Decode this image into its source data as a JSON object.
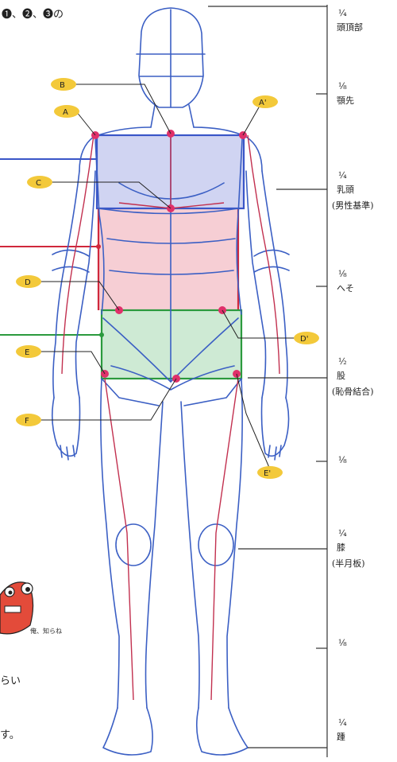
{
  "caption_top": "❶、❷、❸の",
  "scale_labels": [
    {
      "frac": "¼",
      "name": "頭頂部"
    },
    {
      "frac": "⅛",
      "name": "顎先"
    },
    {
      "frac": "¼",
      "name": "乳頭",
      "note": "(男性基準)"
    },
    {
      "frac": "⅛",
      "name": "へそ"
    },
    {
      "frac": "½",
      "name": "股",
      "note": "(恥骨結合)"
    },
    {
      "frac": "⅛",
      "name": ""
    },
    {
      "frac": "¼",
      "name": "膝",
      "note": "(半月板)"
    },
    {
      "frac": "⅛",
      "name": ""
    },
    {
      "frac": "¼",
      "name": "踵"
    }
  ],
  "point_labels": [
    "B",
    "A",
    "A'",
    "C",
    "D",
    "D'",
    "E",
    "F",
    "E'"
  ],
  "mascot_caption": "俺、知らね",
  "side_text": [
    "らい",
    "す。"
  ],
  "colors": {
    "blue_box": "#c8cdf0",
    "red_box": "#f4c6cc",
    "green_box": "#c6e6cc",
    "pencil_blue": "#3b5fc4",
    "red_line": "#d0283c",
    "highlight": "#f3c93a",
    "point": "#e0306a"
  }
}
